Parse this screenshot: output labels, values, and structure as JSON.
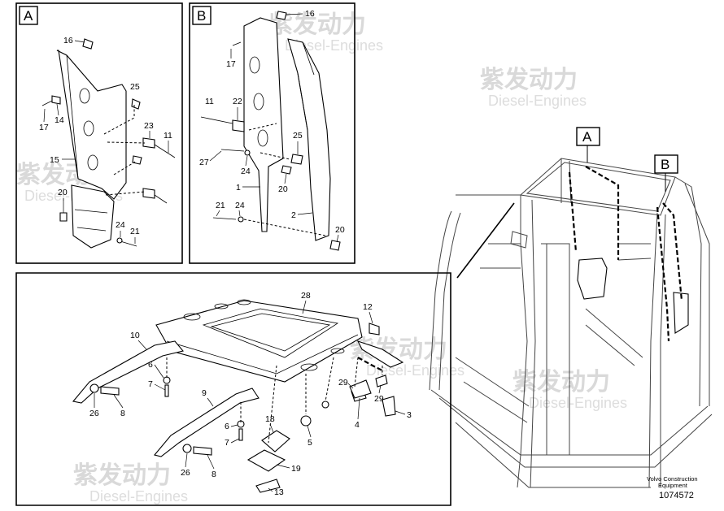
{
  "panels": {
    "a": {
      "letter": "A"
    },
    "b": {
      "letter": "B"
    }
  },
  "callouts": {
    "a": {
      "letter": "A"
    },
    "b": {
      "letter": "B"
    }
  },
  "watermark": {
    "text": "紫发动力",
    "subtext": "Diesel-Engines"
  },
  "footer": {
    "company_line1": "Volvo Construction",
    "company_line2": "Equipment",
    "doc_number": "1074572"
  },
  "labels": {
    "a": [
      "16",
      "25",
      "17",
      "14",
      "23",
      "11",
      "15",
      "20",
      "24",
      "21"
    ],
    "b": [
      "16",
      "17",
      "11",
      "22",
      "25",
      "27",
      "24",
      "20",
      "1",
      "21",
      "24",
      "2",
      "20"
    ],
    "main": [
      "28",
      "12",
      "10",
      "6",
      "7",
      "26",
      "8",
      "9",
      "6",
      "7",
      "26",
      "8",
      "18",
      "5",
      "19",
      "13",
      "29",
      "29",
      "4",
      "3"
    ]
  }
}
